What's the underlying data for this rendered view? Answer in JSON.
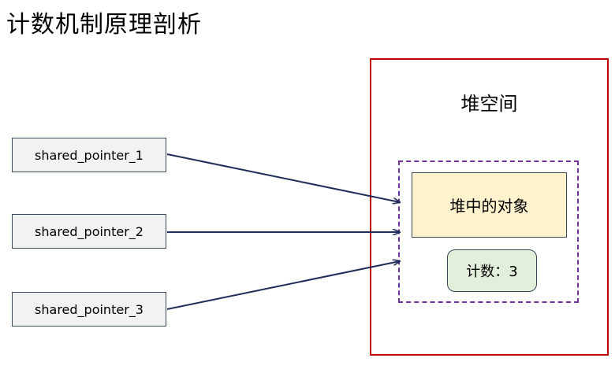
{
  "title": "计数机制原理剖析",
  "pointers": [
    {
      "label": "shared_pointer_1"
    },
    {
      "label": "shared_pointer_2"
    },
    {
      "label": "shared_pointer_3"
    }
  ],
  "heap": {
    "label": "堆空间",
    "object_label": "堆中的对象",
    "count_label": "计数：3"
  },
  "colors": {
    "heap_border": "#c00000",
    "group_border": "#7030a0",
    "object_fill": "#fff2cc",
    "count_fill": "#e2efda",
    "arrow": "#1f2d5a"
  }
}
